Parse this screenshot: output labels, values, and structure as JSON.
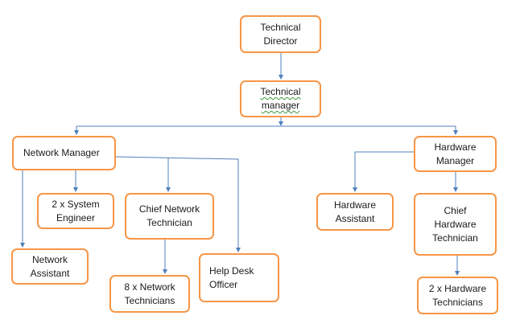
{
  "nodes": {
    "technical_director": "Technical\nDirector",
    "technical_manager": "Technical\nmanager",
    "network_manager": "Network Manager",
    "hardware_manager": "Hardware\nManager",
    "system_engineer": "2 x System\nEngineer",
    "chief_network_technician": "Chief Network\nTechnician",
    "network_assistant": "Network\nAssistant",
    "help_desk_officer": "Help Desk\nOfficer",
    "network_technicians": "8 x Network\nTechnicians",
    "hardware_assistant": "Hardware\nAssistant",
    "chief_hardware_technician": "Chief\nHardware\nTechnician",
    "hardware_technicians": "2 x Hardware\nTechnicians"
  },
  "colors": {
    "box_border": "#f79646",
    "connector": "#4f81bd",
    "text": "#1a1a1a"
  }
}
